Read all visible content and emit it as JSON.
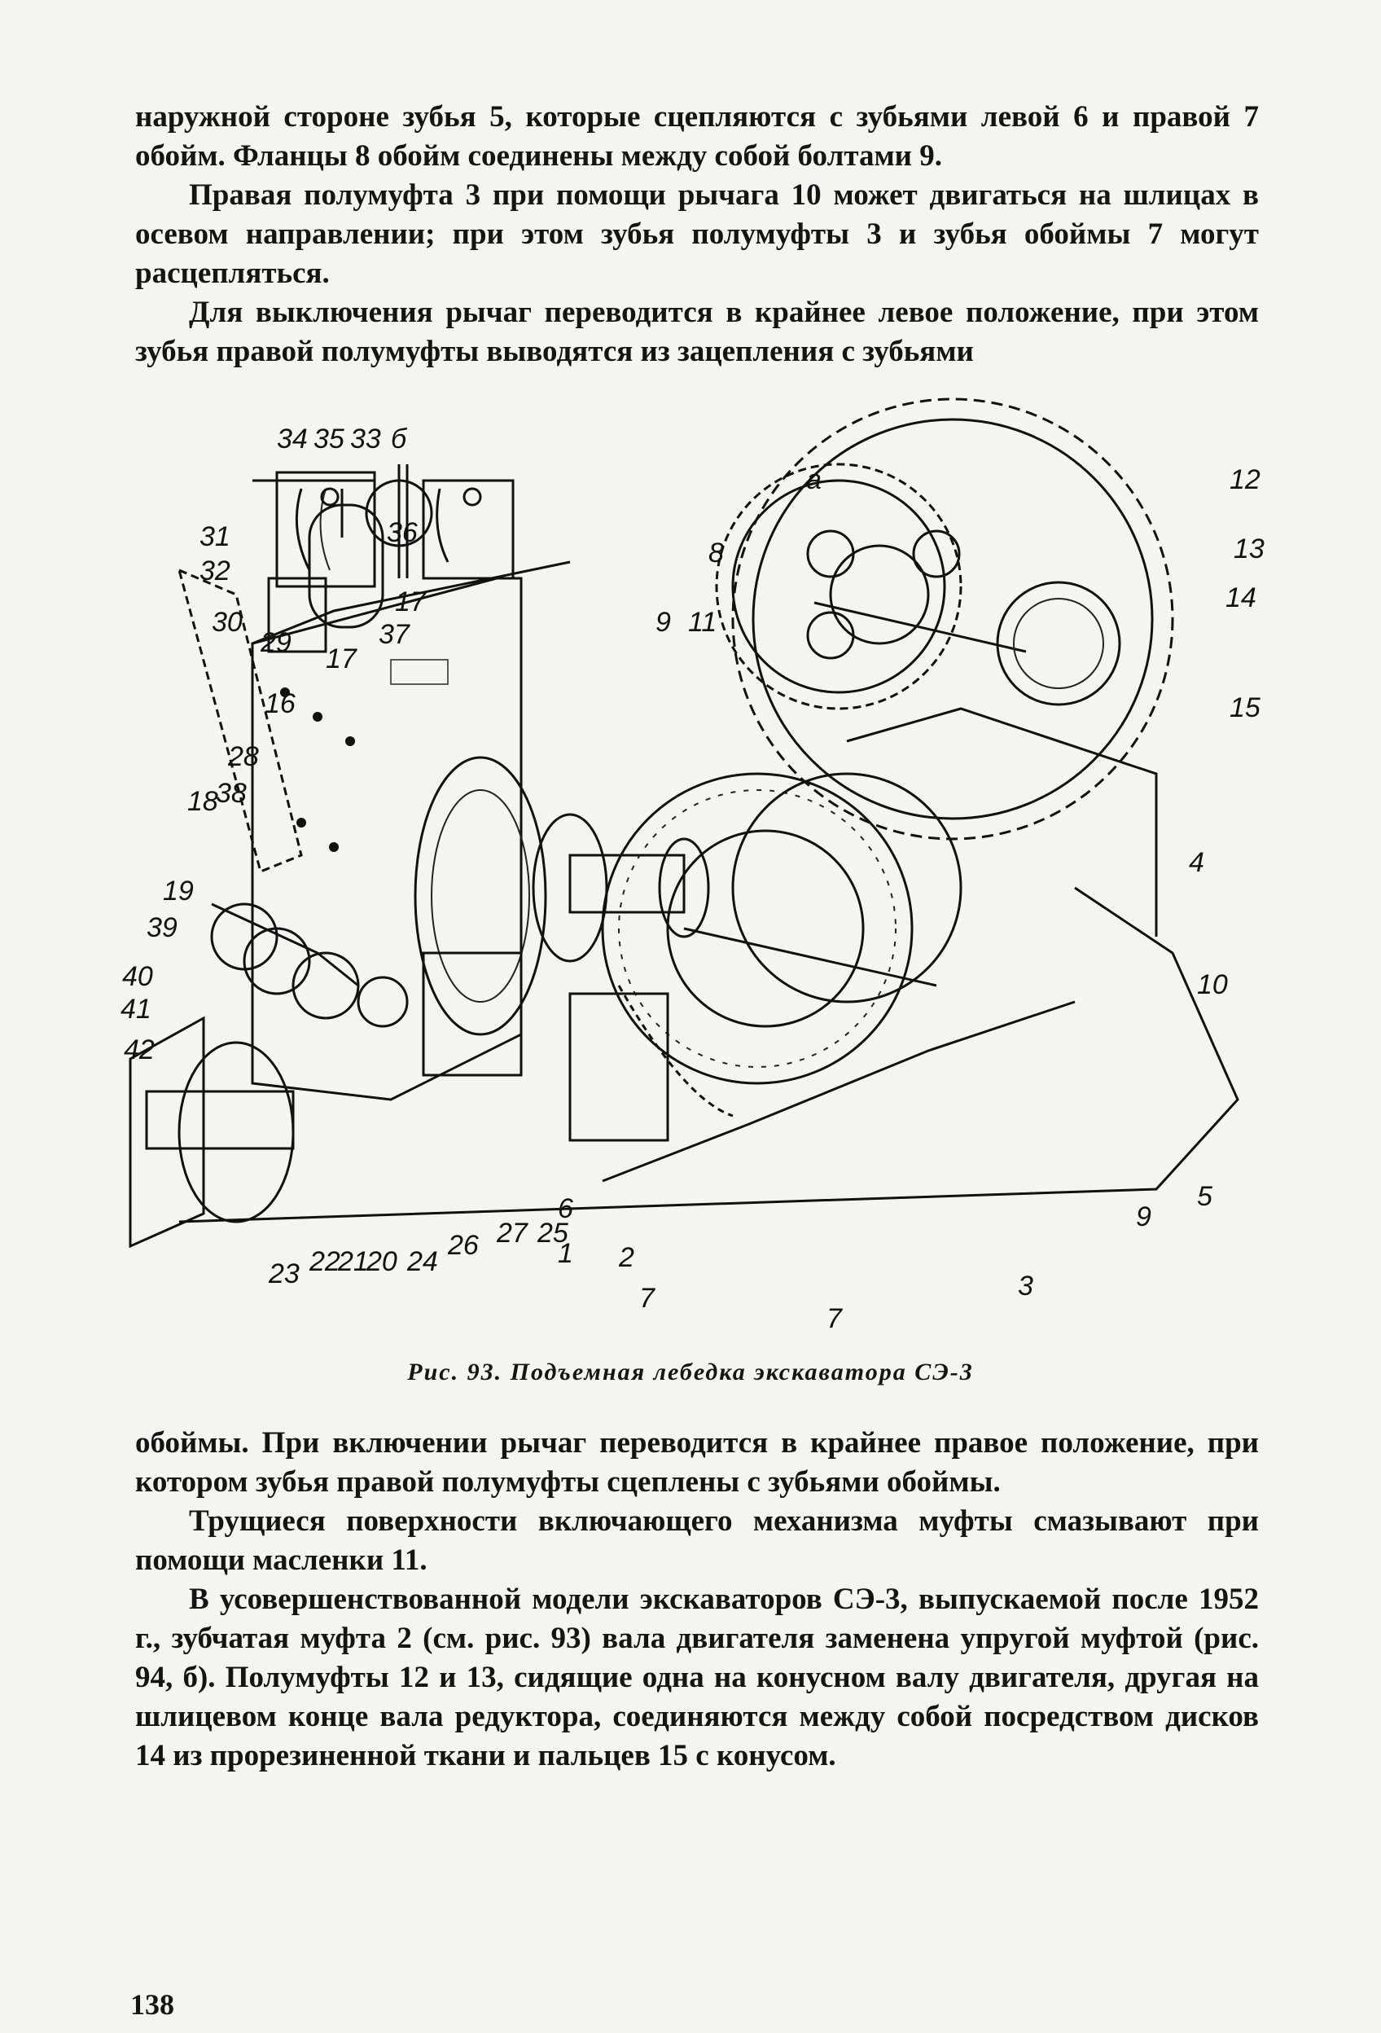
{
  "paragraphs_top": [
    {
      "text": "наружной стороне зубья 5, которые сцепляются с зубьями левой 6 и правой 7 обойм. Фланцы 8 обойм соединены между собой болтами 9.",
      "indent": false
    },
    {
      "text": "Правая полумуфта 3 при помощи рычага 10 может двигаться на шлицах в осевом направлении; при этом зубья полумуфты 3 и зубья обоймы 7 могут расцепляться.",
      "indent": true
    },
    {
      "text": "Для выключения рычаг переводится в крайнее левое положение, при этом зубья правой полумуфты выводятся из зацепления с зубьями",
      "indent": true
    }
  ],
  "figure": {
    "caption": "Рис. 93. Подъемная лебедка экскаватора СЭ-3",
    "view_labels": [
      "а",
      "б"
    ],
    "part_labels": [
      "1",
      "2",
      "3",
      "4",
      "5",
      "6",
      "7",
      "7",
      "8",
      "9",
      "9",
      "10",
      "11",
      "12",
      "13",
      "14",
      "15",
      "16",
      "17",
      "17",
      "18",
      "19",
      "20",
      "21",
      "22",
      "23",
      "24",
      "25",
      "26",
      "27",
      "28",
      "29",
      "30",
      "31",
      "32",
      "33",
      "34",
      "35",
      "36",
      "37",
      "38",
      "39",
      "40",
      "41",
      "42"
    ]
  },
  "paragraphs_bottom": [
    {
      "text": "обоймы. При включении рычаг переводится в крайнее правое положение, при котором зубья правой полумуфты сцеплены с зубьями обоймы.",
      "indent": false
    },
    {
      "text": "Трущиеся поверхности включающего механизма муфты смазывают при помощи масленки 11.",
      "indent": true
    },
    {
      "text": "В усовершенствованной модели экскаваторов СЭ-3, выпускаемой после 1952 г., зубчатая муфта 2 (см. рис. 93) вала двигателя заменена упругой муфтой (рис. 94, б). Полумуфты 12 и 13, сидящие одна на конусном валу двигателя, другая на шлицевом конце вала редуктора, соединяются между собой посредством дисков 14 из прорезиненной ткани и пальцев 15 с конусом.",
      "indent": true
    }
  ],
  "page_number": "138"
}
